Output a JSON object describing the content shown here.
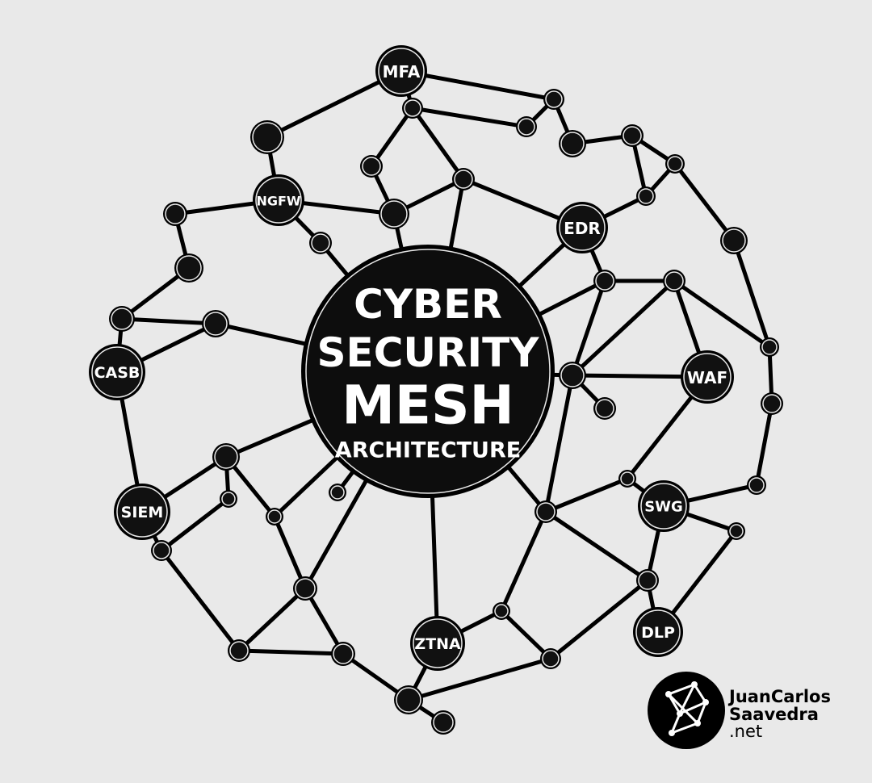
{
  "title": {
    "line1": "CYBER",
    "line2": "SECURITY",
    "line3": "MESH",
    "line4": "ARCHITECTURE"
  },
  "nodes": {
    "mfa": "MFA",
    "ngfw": "NGFW",
    "edr": "EDR",
    "casb": "CASB",
    "waf": "WAF",
    "siem": "SIEM",
    "swg": "SWG",
    "ztna": "ZTNA",
    "dlp": "DLP"
  },
  "brand": {
    "line1": "JuanCarlos",
    "line2": "Saavedra",
    "line3": ".net"
  },
  "colors": {
    "background": "#e9e9e9",
    "node": "#000000",
    "text": "#ffffff"
  }
}
